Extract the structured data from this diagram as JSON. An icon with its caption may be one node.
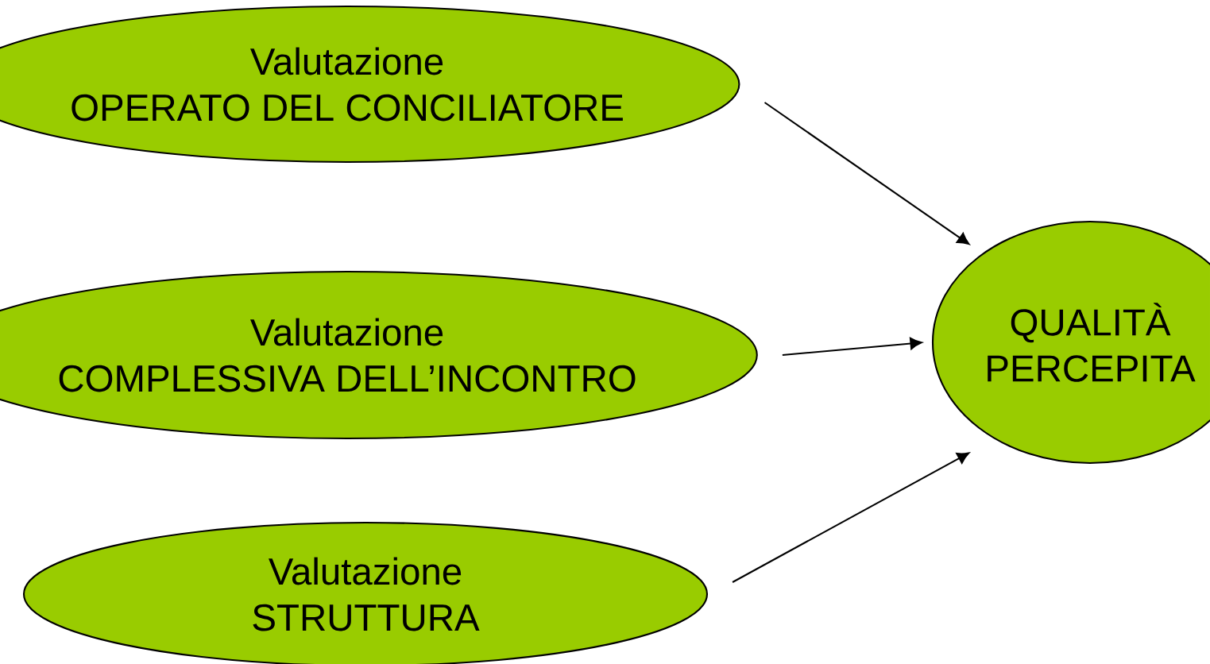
{
  "diagram": {
    "nodes": [
      {
        "text": [
          "Valutazione",
          "OPERATO DEL CONCILIATORE"
        ]
      },
      {
        "text": [
          "Valutazione",
          "COMPLESSIVA DELL’INCONTRO"
        ]
      },
      {
        "text": [
          "Valutazione",
          "STRUTTURA"
        ]
      },
      {
        "text": [
          "QUALITÀ PERCEPITA"
        ]
      }
    ],
    "edges": [
      {
        "from": 0,
        "to": 3,
        "arrow": "to"
      },
      {
        "from": 1,
        "to": 3,
        "arrow": "to"
      },
      {
        "from": 2,
        "to": 3,
        "arrow": "to"
      }
    ]
  }
}
